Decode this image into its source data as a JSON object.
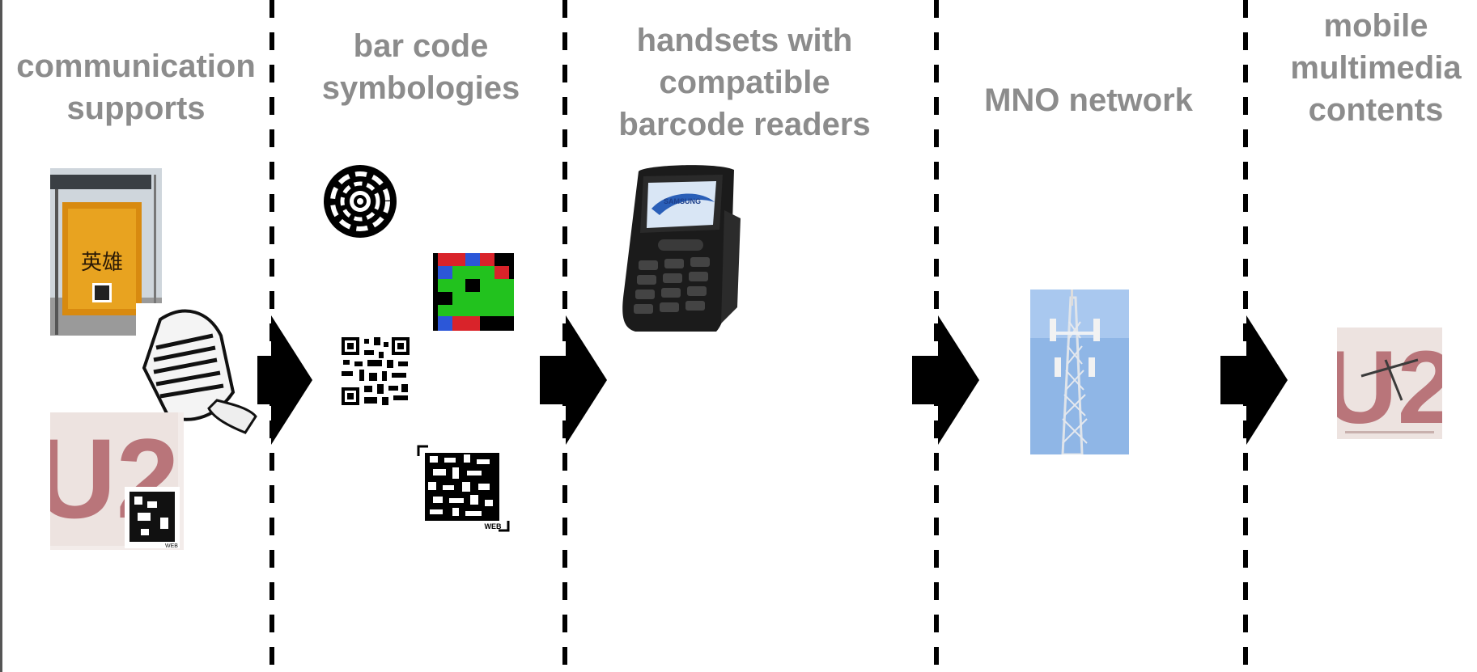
{
  "columns": [
    {
      "id": "communication-supports",
      "heading": [
        "communication",
        "supports"
      ]
    },
    {
      "id": "bar-code-symbologies",
      "heading": [
        "bar code",
        "symbologies"
      ]
    },
    {
      "id": "handsets",
      "heading": [
        "handsets with",
        "compatible",
        "barcode readers"
      ]
    },
    {
      "id": "mno-network",
      "heading": [
        "MNO network"
      ]
    },
    {
      "id": "mobile-contents",
      "heading": [
        "mobile",
        "multimedia",
        "contents"
      ]
    }
  ],
  "images": {
    "poster_text": "英雄",
    "phone_brand": "SAMSUNG",
    "album_text": "U2",
    "web_tag": "WEB"
  },
  "colors": {
    "heading": "#8c8c8c",
    "divider": "#000000",
    "arrow": "#000000",
    "sky": "#8fb6e6",
    "album": "#b9757a"
  }
}
